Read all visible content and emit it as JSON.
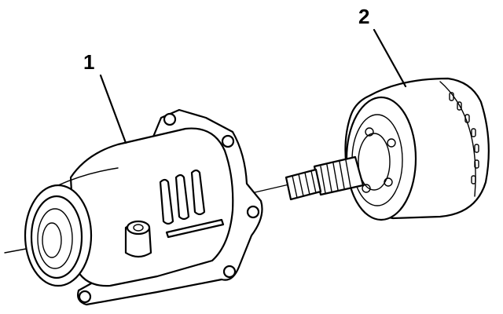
{
  "callouts": [
    {
      "id": "1",
      "label": "1"
    },
    {
      "id": "2",
      "label": "2"
    }
  ],
  "colors": {
    "ink": "#000000",
    "background": "#ffffff"
  }
}
